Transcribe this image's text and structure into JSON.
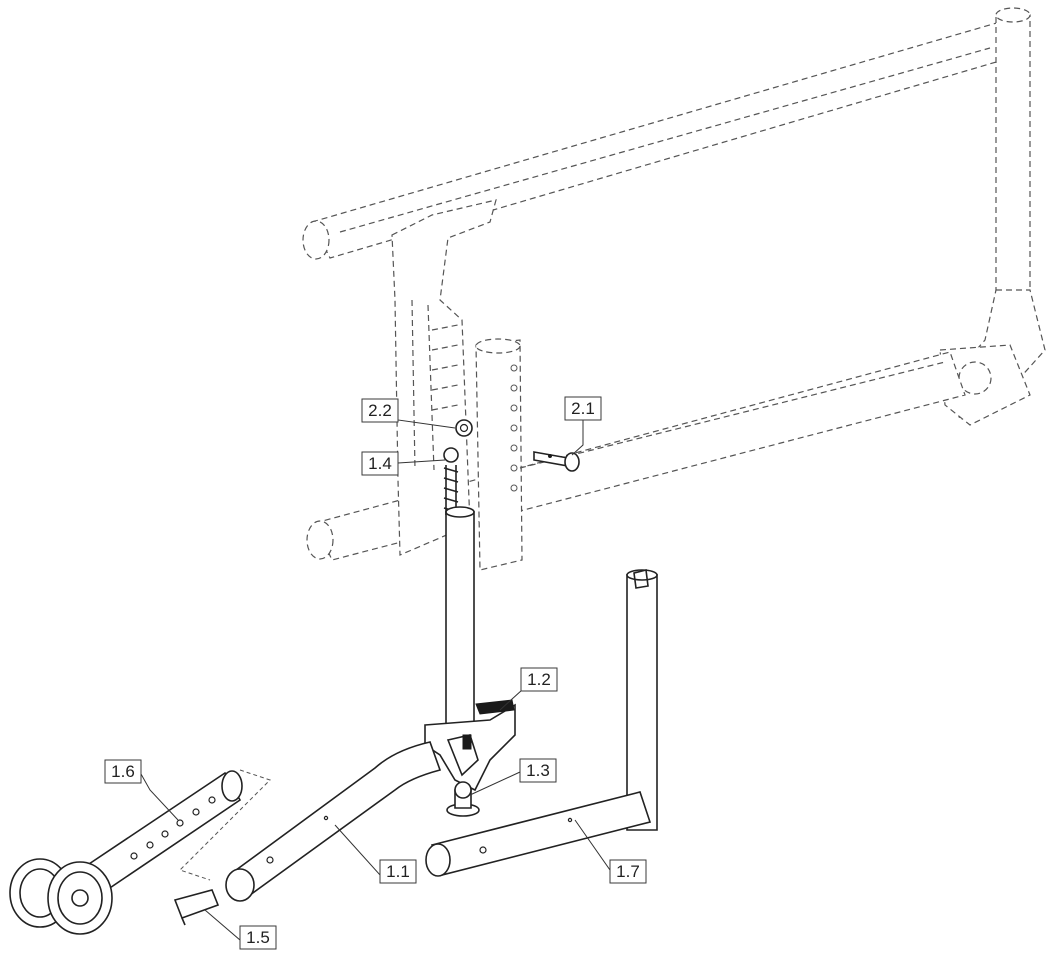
{
  "diagram": {
    "callouts": [
      {
        "id": "2.2",
        "label": "2.2"
      },
      {
        "id": "1.4",
        "label": "1.4"
      },
      {
        "id": "2.1",
        "label": "2.1"
      },
      {
        "id": "1.2",
        "label": "1.2"
      },
      {
        "id": "1.6",
        "label": "1.6"
      },
      {
        "id": "1.3",
        "label": "1.3"
      },
      {
        "id": "1.1",
        "label": "1.1"
      },
      {
        "id": "1.7",
        "label": "1.7"
      },
      {
        "id": "1.5",
        "label": "1.5"
      }
    ],
    "colors": {
      "line": "#222222",
      "ghost": "#555555",
      "background": "#ffffff"
    }
  }
}
